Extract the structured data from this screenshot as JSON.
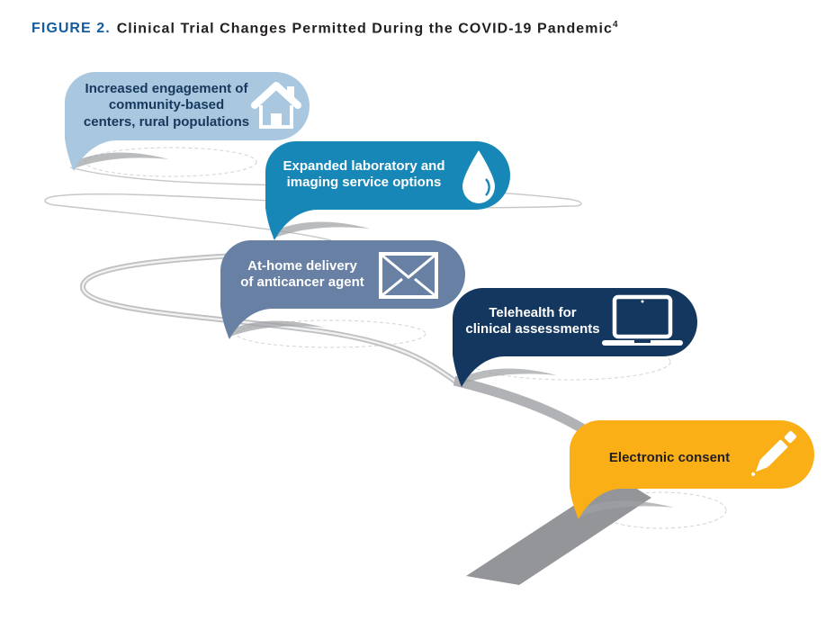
{
  "figure": {
    "label": "FIGURE 2.",
    "title": "Clinical Trial Changes Permitted During the COVID-19 Pandemic",
    "reference_superscript": "4"
  },
  "colors": {
    "figure_label_blue": "#135d9e",
    "title_text": "#231f20",
    "road_gray": "#939598",
    "road_light_gray": "#c6c7c9"
  },
  "bubbles": [
    {
      "id": "community-engagement",
      "color": "#a9c8df",
      "text_color": "#17375e",
      "icon": "house-icon",
      "lines": [
        "Increased engagement of",
        "community-based",
        "centers, rural populations"
      ]
    },
    {
      "id": "laboratory-imaging",
      "color": "#1787b8",
      "text_color": "#ffffff",
      "icon": "water-drop-icon",
      "lines": [
        "Expanded laboratory and",
        "imaging service options"
      ]
    },
    {
      "id": "at-home-delivery",
      "color": "#6780a4",
      "text_color": "#ffffff",
      "icon": "envelope-icon",
      "lines": [
        "At-home delivery",
        "of anticancer agent"
      ]
    },
    {
      "id": "telehealth",
      "color": "#14375f",
      "text_color": "#ffffff",
      "icon": "laptop-icon",
      "lines": [
        "Telehealth for",
        "clinical assessments"
      ]
    },
    {
      "id": "electronic-consent",
      "color": "#fbaf17",
      "text_color": "#231f20",
      "icon": "pen-icon",
      "lines": [
        "Electronic consent"
      ]
    }
  ]
}
